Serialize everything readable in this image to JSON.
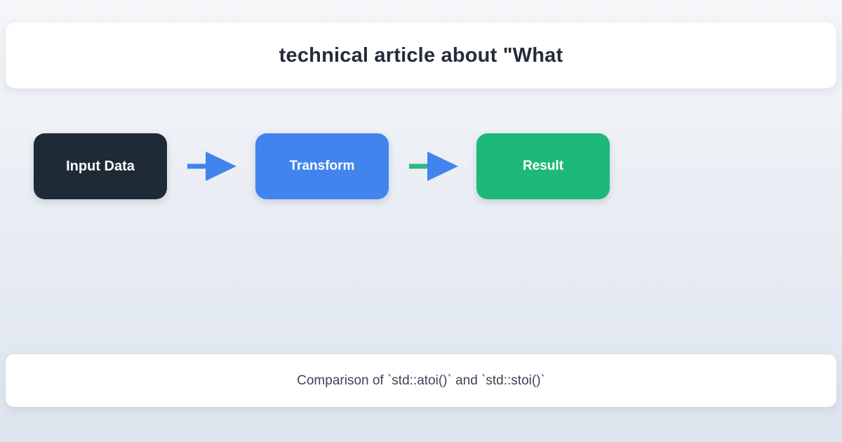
{
  "header": {
    "title": "technical article about \"What"
  },
  "flow": {
    "nodes": [
      {
        "label": "Input Data",
        "color": "#1f2a37"
      },
      {
        "label": "Transform",
        "color": "#4184ee"
      },
      {
        "label": "Result",
        "color": "#1db97a"
      }
    ],
    "arrows": [
      {
        "name": "arrow-input-to-transform",
        "shaft_color": "#4184ee",
        "head_color": "#4184ee"
      },
      {
        "name": "arrow-transform-to-result",
        "shaft_color": "#2eba80",
        "head_color": "#4184ee"
      }
    ]
  },
  "caption": {
    "text": "Comparison of `std::atoi()` and `std::stoi()`"
  },
  "colors": {
    "title_text": "#242d3c",
    "caption_text": "#3c4554",
    "background_top": "#f4f6f8",
    "background_bottom": "#dce3ed",
    "card_background": "#ffffff"
  }
}
